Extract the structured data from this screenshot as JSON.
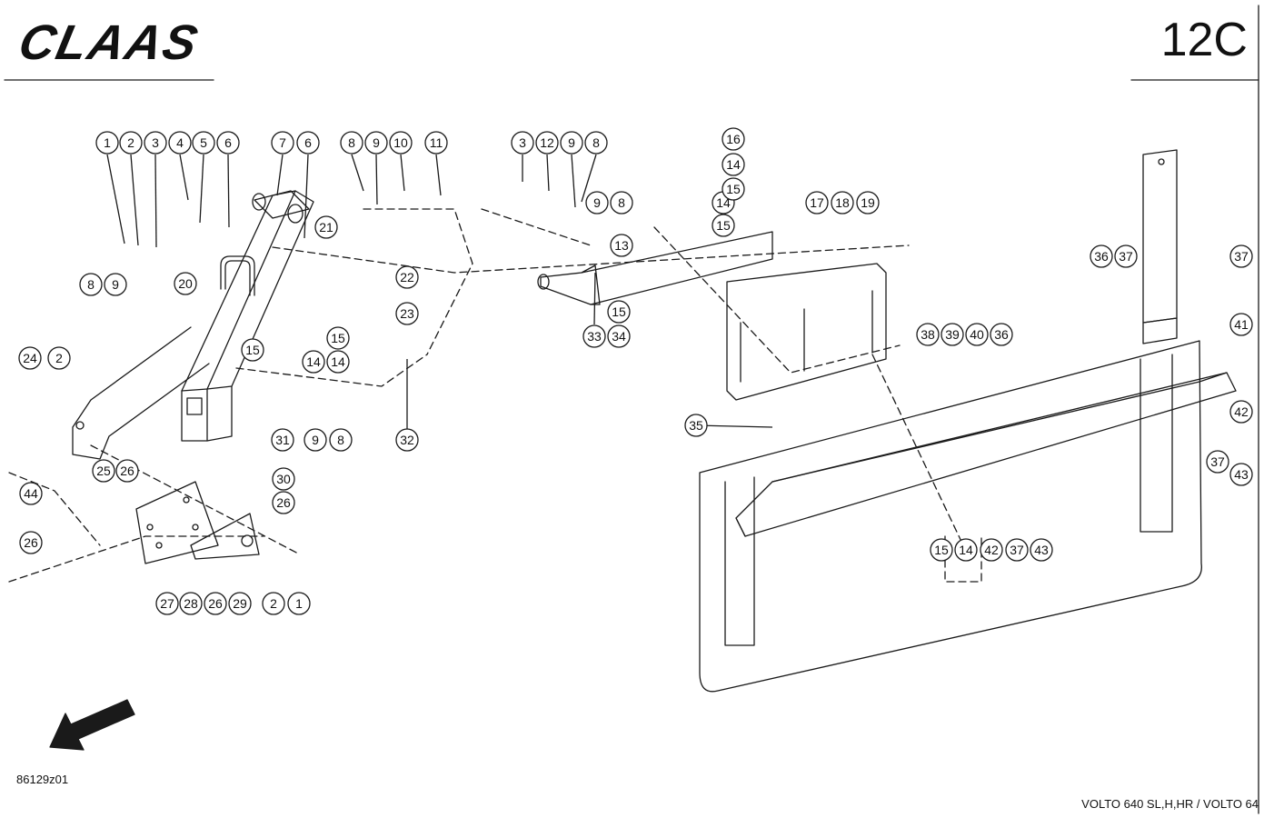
{
  "header": {
    "brand_logo": "CLAAS",
    "page_code": "12C"
  },
  "footer": {
    "drawing_number": "86129z01",
    "model_label": "VOLTO 640 SL,H,HR / VOLTO 64"
  },
  "callouts": [
    "1",
    "2",
    "3",
    "4",
    "5",
    "6",
    "7",
    "6",
    "8",
    "9",
    "10",
    "11",
    "3",
    "12",
    "9",
    "8",
    "9",
    "8",
    "13",
    "14",
    "15",
    "16",
    "14",
    "15",
    "17",
    "18",
    "19",
    "20",
    "21",
    "22",
    "23",
    "15",
    "15",
    "14",
    "14",
    "8",
    "9",
    "24",
    "2",
    "31",
    "9",
    "8",
    "32",
    "33",
    "15",
    "34",
    "25",
    "26",
    "30",
    "26",
    "44",
    "26",
    "27",
    "28",
    "26",
    "29",
    "2",
    "1",
    "35",
    "36",
    "37",
    "38",
    "39",
    "40",
    "36",
    "37",
    "41",
    "42",
    "37",
    "43",
    "15",
    "14",
    "42",
    "37",
    "43"
  ],
  "colors": {
    "line": "#1a1a1a",
    "background": "#ffffff"
  },
  "icons": {
    "direction_arrow": "arrow-down-left-icon"
  }
}
